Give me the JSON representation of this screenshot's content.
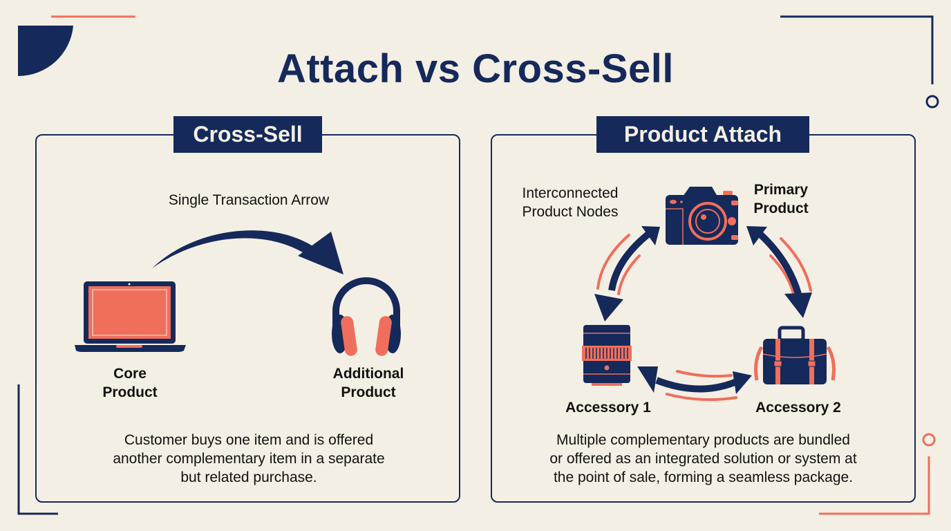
{
  "title": "Attach vs Cross-Sell",
  "colors": {
    "background": "#f4efe4",
    "navy": "#15295a",
    "coral": "#ef6f5c"
  },
  "cross_sell": {
    "tag": "Cross-Sell",
    "arrow_caption": "Single Transaction Arrow",
    "core_product": {
      "line1": "Core",
      "line2": "Product",
      "icon": "laptop-icon"
    },
    "additional_product": {
      "line1": "Additional",
      "line2": "Product",
      "icon": "headphones-icon"
    },
    "description": {
      "line1": "Customer buys one item and is offered",
      "line2": "another complementary item in a separate",
      "line3": "but related purchase."
    }
  },
  "product_attach": {
    "tag": "Product Attach",
    "nodes_caption": {
      "line1": "Interconnected",
      "line2": "Product Nodes"
    },
    "primary_product": {
      "line1": "Primary",
      "line2": "Product",
      "icon": "camera-icon"
    },
    "accessory1": {
      "label": "Accessory 1",
      "icon": "lens-icon"
    },
    "accessory2": {
      "label": "Accessory 2",
      "icon": "camera-bag-icon"
    },
    "description": {
      "line1": "Multiple complementary products are bundled",
      "line2": "or offered as an integrated solution or system at",
      "line3": "the point of sale, forming a seamless package."
    }
  }
}
